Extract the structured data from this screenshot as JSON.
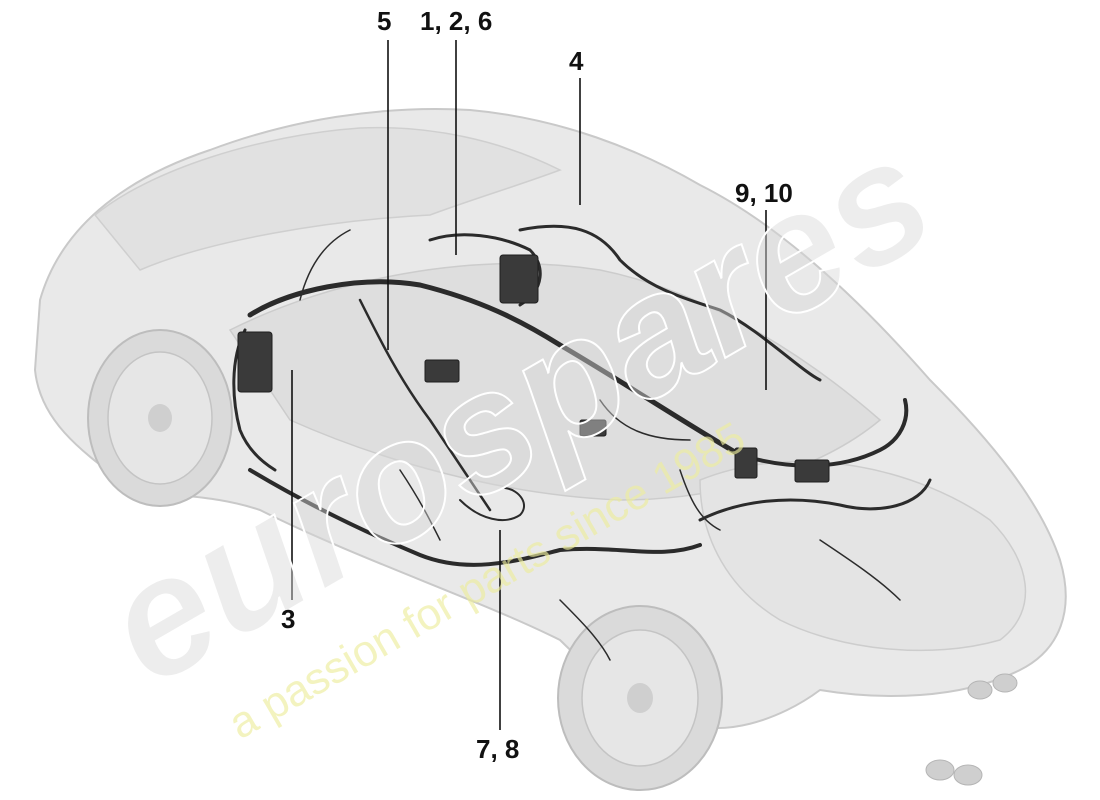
{
  "callouts": {
    "c5": "5",
    "c126": "1, 2, 6",
    "c4": "4",
    "c910": "9, 10",
    "c3": "3",
    "c78": "7, 8"
  },
  "watermark": {
    "brand": "eurospares",
    "tagline": "a passion for parts since 1985"
  },
  "colors": {
    "body_fill": "#e9e9e9",
    "body_stroke": "#c9c9c9",
    "harness": "#2b2b2b",
    "leader": "#111111",
    "watermark_brand": "#d8d8d8",
    "watermark_tagline": "#ecec9c"
  }
}
